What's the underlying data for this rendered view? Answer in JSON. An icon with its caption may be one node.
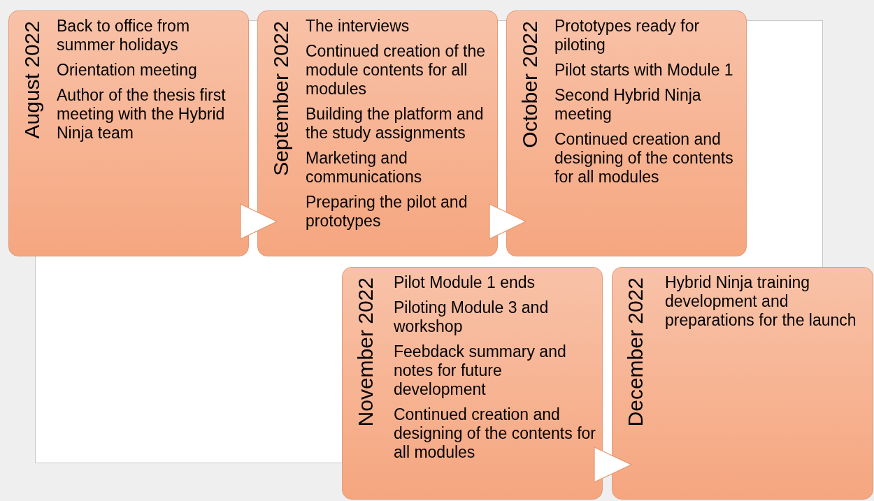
{
  "diagram": {
    "nodes": [
      {
        "text": [
          "August 2022",
          "Back to office from summer holidays",
          "Orientation meeting",
          "Author of the thesis first meeting with the Hybrid Ninja team"
        ]
      },
      {
        "text": [
          "September 2022",
          "The interviews",
          "Continued creation of the module contents for all modules",
          "Building the platform and the study assignments",
          "Marketing and communications",
          "Preparing the pilot and prototypes"
        ]
      },
      {
        "text": [
          "October 2022",
          "Prototypes ready for piloting",
          "Pilot starts with Module 1",
          "Second Hybrid Ninja meeting",
          "Continued creation and designing of the contents for all modules"
        ]
      },
      {
        "text": [
          "November 2022",
          "Pilot Module 1 ends",
          "Piloting Module 3 and workshop",
          "Feebdack summary and notes for future development",
          "Continued creation and designing of the contents for all modules"
        ]
      },
      {
        "text": [
          "December 2022",
          "Hybrid Ninja training development and preparations for the launch"
        ]
      }
    ],
    "edges": [
      {
        "from": 0,
        "to": 1,
        "arrow": "to"
      },
      {
        "from": 1,
        "to": 2,
        "arrow": "to"
      },
      {
        "from": 3,
        "to": 4,
        "arrow": "to"
      }
    ]
  }
}
